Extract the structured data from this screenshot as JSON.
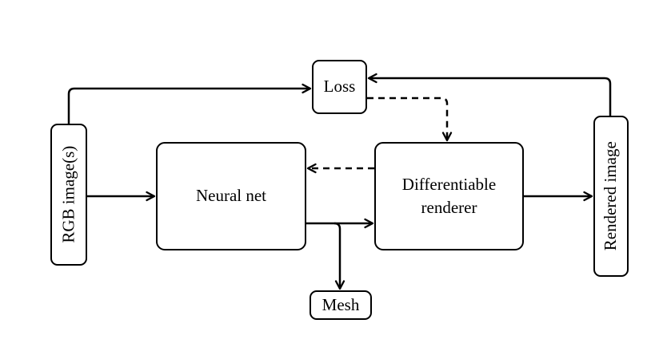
{
  "canvas": {
    "background": "#ffffff",
    "stroke_color": "#000000"
  },
  "nodes": {
    "rgb_images": {
      "label": "RGB image(s)"
    },
    "loss": {
      "label": "Loss"
    },
    "neural_net": {
      "label": "Neural net"
    },
    "differentiable_renderer": {
      "label": "Differentiable renderer"
    },
    "rendered_image": {
      "label": "Rendered image"
    },
    "mesh": {
      "label": "Mesh"
    }
  },
  "edges": [
    {
      "from": "rgb_images",
      "to": "neural_net",
      "style": "solid"
    },
    {
      "from": "rgb_images",
      "to": "loss",
      "style": "solid"
    },
    {
      "from": "rendered_image",
      "to": "loss",
      "style": "solid"
    },
    {
      "from": "loss",
      "to": "differentiable_renderer",
      "style": "dashed"
    },
    {
      "from": "differentiable_renderer",
      "to": "neural_net",
      "style": "dashed"
    },
    {
      "from": "neural_net",
      "to": "differentiable_renderer",
      "style": "solid"
    },
    {
      "from": "neural_net",
      "to": "mesh",
      "style": "solid"
    },
    {
      "from": "differentiable_renderer",
      "to": "rendered_image",
      "style": "solid"
    }
  ]
}
